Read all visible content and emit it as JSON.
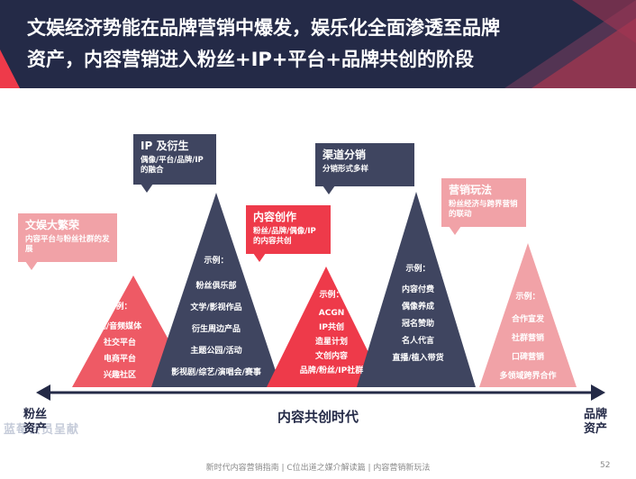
{
  "header": {
    "title": "文娱经济势能在品牌营销中爆发，娱乐化全面渗透至品牌资产，内容营销进入粉丝+IP+平台+品牌共创的阶段"
  },
  "mountains": [
    {
      "title": "文娱大繁荣",
      "desc": "内容平台与粉丝社群的发展",
      "example_label": "示例：",
      "items": [
        "视/音频媒体",
        "社交平台",
        "电商平台",
        "兴趣社区"
      ]
    },
    {
      "title": "IP 及衍生",
      "desc": "偶像/平台/品牌/IP的融合",
      "example_label": "示例：",
      "items": [
        "粉丝俱乐部",
        "文学/影视作品",
        "衍生周边产品",
        "主题公园/活动",
        "影视剧/综艺/演唱会/赛事"
      ]
    },
    {
      "title": "内容创作",
      "desc": "粉丝/品牌/偶像/IP的内容共创",
      "example_label": "示例：",
      "items": [
        "ACGN",
        "IP共创",
        "造星计划",
        "文创内容",
        "品牌/粉丝/IP社群"
      ]
    },
    {
      "title": "渠道分销",
      "desc": "分销形式多样",
      "example_label": "示例：",
      "items": [
        "内容付费",
        "偶像养成",
        "冠名赞助",
        "名人代言",
        "直播/植入带货"
      ]
    },
    {
      "title": "营销玩法",
      "desc": "粉丝经济与跨界营销的联动",
      "example_label": "示例：",
      "items": [
        "合作宣发",
        "社群营销",
        "口碑营销",
        "多领域跨界合作"
      ]
    }
  ],
  "axis": {
    "left_label": "粉丝资产",
    "right_label": "品牌资产",
    "center_label": "内容共创时代"
  },
  "watermark": "蓝莓会员呈献",
  "footer": {
    "text": "新时代内容营销指南 | C位出道之媒介解读篇 | 内容营销新玩法",
    "page": "52"
  },
  "colors": {
    "header_bg": "#242a47",
    "dark_navy": "#3f4560",
    "pink": "#f1a2a7",
    "red": "#ee3a4a",
    "axis": "#242a47"
  }
}
